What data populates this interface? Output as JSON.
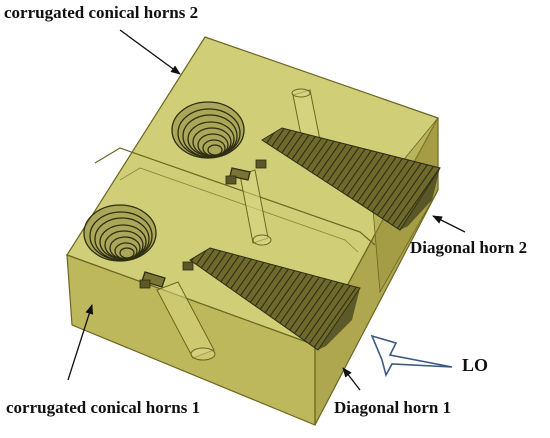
{
  "labels": {
    "corrugated_horns_2": "corrugated conical horns 2",
    "corrugated_horns_1": "corrugated conical horns 1",
    "diagonal_horn_2": "Diagonal horn 2",
    "diagonal_horn_1": "Diagonal horn 1",
    "lo": "LO"
  },
  "colors": {
    "block_top": "#c9c865",
    "block_front": "#b7b04a",
    "block_right": "#a59d3c",
    "edge": "#6b6621",
    "horn_dark": "#4a4a20",
    "arrow": "#111111",
    "lo_arrow_outline": "#3c5a80"
  }
}
